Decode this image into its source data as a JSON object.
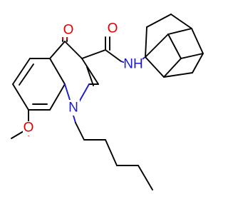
{
  "colors": {
    "bond": "#000000",
    "oxygen": "#e00000",
    "nitrogen": "#1a1acc",
    "background": "#ffffff"
  },
  "atoms": {
    "ketone_oxygen": "O",
    "amide_oxygen": "O",
    "amide_nh": "NH",
    "ring_nitrogen": "N",
    "methoxy_oxygen": "O"
  }
}
